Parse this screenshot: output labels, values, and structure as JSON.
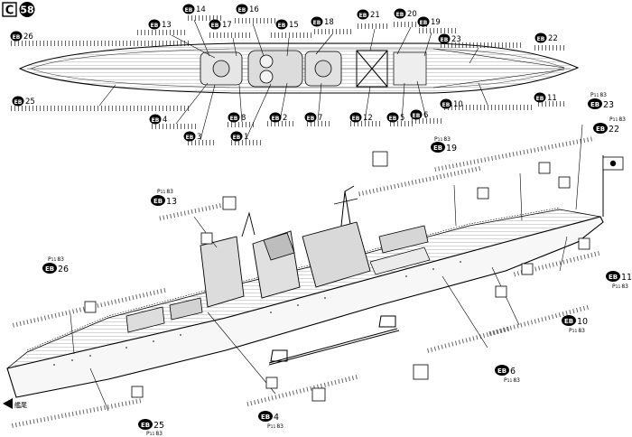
{
  "header": {
    "section_letter": "C",
    "step_number": "58"
  },
  "part_prefix": "EB",
  "page_prefix": "P",
  "page_index": "11",
  "page_number": "83",
  "stern_marker": "艦尾",
  "top_view_callouts": [
    "14",
    "16",
    "13",
    "17",
    "15",
    "18",
    "21",
    "20",
    "19",
    "26",
    "23",
    "22",
    "25",
    "11",
    "10",
    "4",
    "8",
    "2",
    "7",
    "12",
    "5",
    "6",
    "3",
    "1"
  ],
  "side_view_callouts": [
    "23",
    "22",
    "19",
    "13",
    "26",
    "11",
    "10",
    "6",
    "4",
    "25"
  ]
}
